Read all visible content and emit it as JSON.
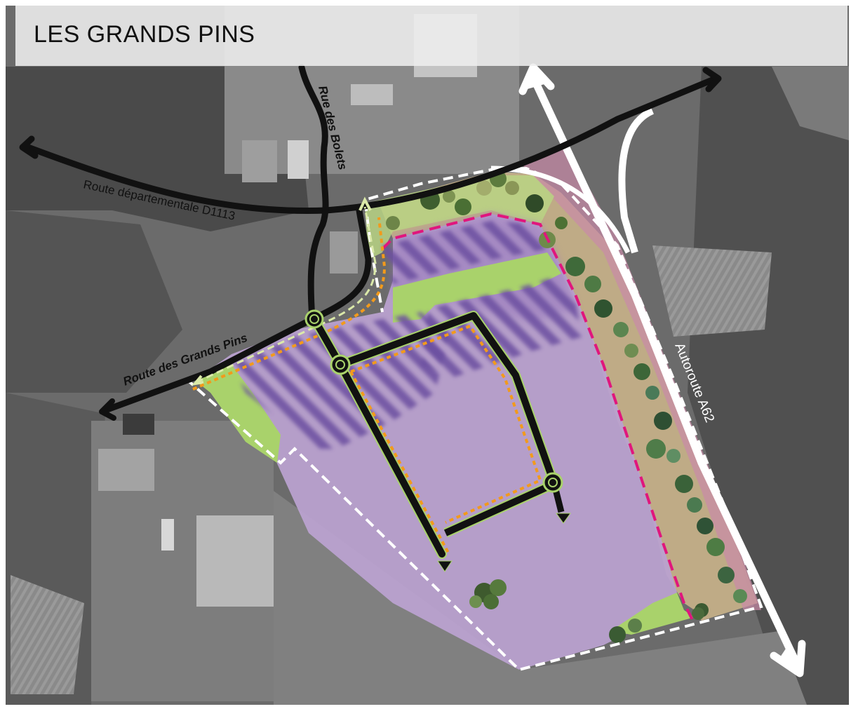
{
  "map": {
    "title": "LES GRANDS PINS",
    "labels": {
      "rue_des_bolets": "Rue des Bolets",
      "route_departementale": "Route départementale D1113",
      "route_grands_pins": "Route des Grands Pins",
      "autoroute": "Autoroute A62"
    },
    "colors": {
      "zone_fill": "#b9a1cf",
      "stripes": "#6c4fa0",
      "green_strip": "#a9d26b",
      "buffer_beige": "#c9b28a",
      "boundary_pink": "#e0167d",
      "route_orange": "#f29a1c",
      "road_black": "#111111",
      "highway_white": "#ffffff"
    }
  }
}
